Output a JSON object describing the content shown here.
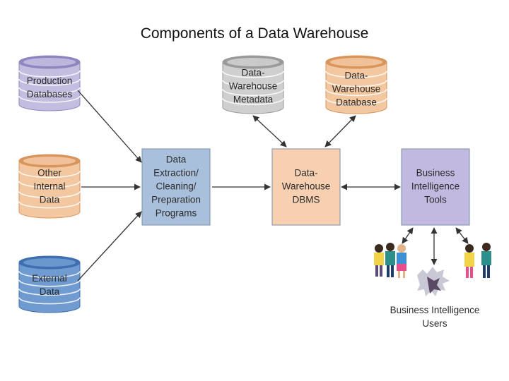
{
  "title": "Components of a Data Warehouse",
  "sources": [
    {
      "id": "production",
      "lines": [
        "Production",
        "Databases"
      ],
      "color": "#c3bde0",
      "dark": "#8f86bf"
    },
    {
      "id": "internal",
      "lines": [
        "Other",
        "Internal",
        "Data"
      ],
      "color": "#f3c7a0",
      "dark": "#d9955e"
    },
    {
      "id": "external",
      "lines": [
        "External",
        "Data"
      ],
      "color": "#6f9bd0",
      "dark": "#3e6fb0"
    }
  ],
  "stores": [
    {
      "id": "metadata",
      "lines": [
        "Data-",
        "Warehouse",
        "Metadata"
      ],
      "color": "#cfcfcf",
      "dark": "#9a9a9a"
    },
    {
      "id": "database",
      "lines": [
        "Data-",
        "Warehouse",
        "Database"
      ],
      "color": "#f3c7a0",
      "dark": "#d9955e"
    }
  ],
  "process_boxes": [
    {
      "id": "etl",
      "lines": [
        "Data",
        "Extraction/",
        "Cleaning/",
        "Preparation",
        "Programs"
      ],
      "color": "#a9c0dc"
    },
    {
      "id": "dbms",
      "lines": [
        "Data-",
        "Warehouse",
        "DBMS"
      ],
      "color": "#f6d0b0"
    },
    {
      "id": "bi_tools",
      "lines": [
        "Business",
        "Intelligence",
        "Tools"
      ],
      "color": "#c2b9e0"
    }
  ],
  "users_label": [
    "Business Intelligence",
    "Users"
  ],
  "colors": {
    "arrow": "#333333",
    "text": "#2b2b2b"
  }
}
